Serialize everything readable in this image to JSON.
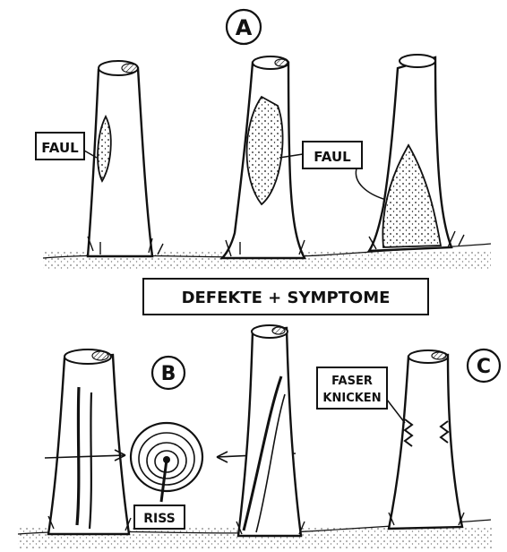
{
  "sections": {
    "a": {
      "letter": "A"
    },
    "b": {
      "letter": "B"
    },
    "c": {
      "letter": "C"
    }
  },
  "title_label": "DEFEKTE + SYMPTOME",
  "labels": {
    "faul_left": "FAUL",
    "faul_middle": "FAUL",
    "riss": "RISS",
    "faser_line1": "FASER",
    "faser_line2": "KNICKEN"
  },
  "colors": {
    "ink": "#111111",
    "paper": "#ffffff"
  }
}
